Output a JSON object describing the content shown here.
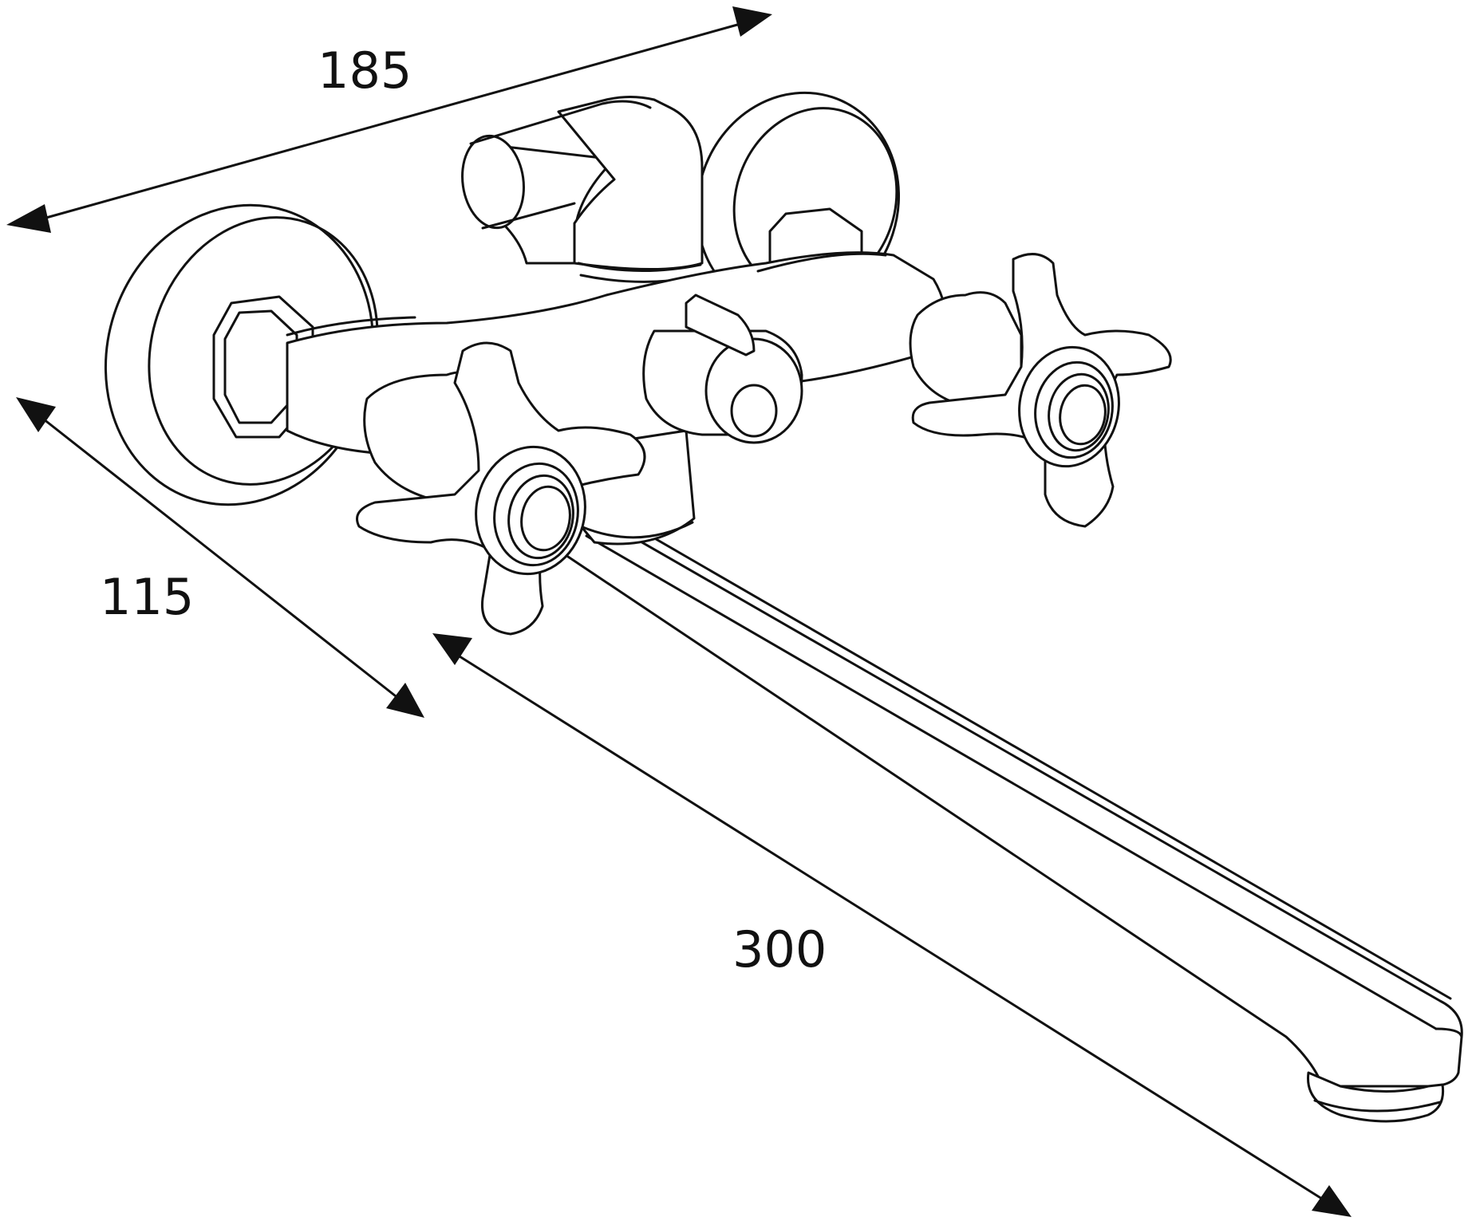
{
  "dimensions": {
    "width_label": "185",
    "depth_label": "115",
    "spout_label": "300"
  },
  "colors": {
    "line": "#111111",
    "background": "#ffffff"
  }
}
